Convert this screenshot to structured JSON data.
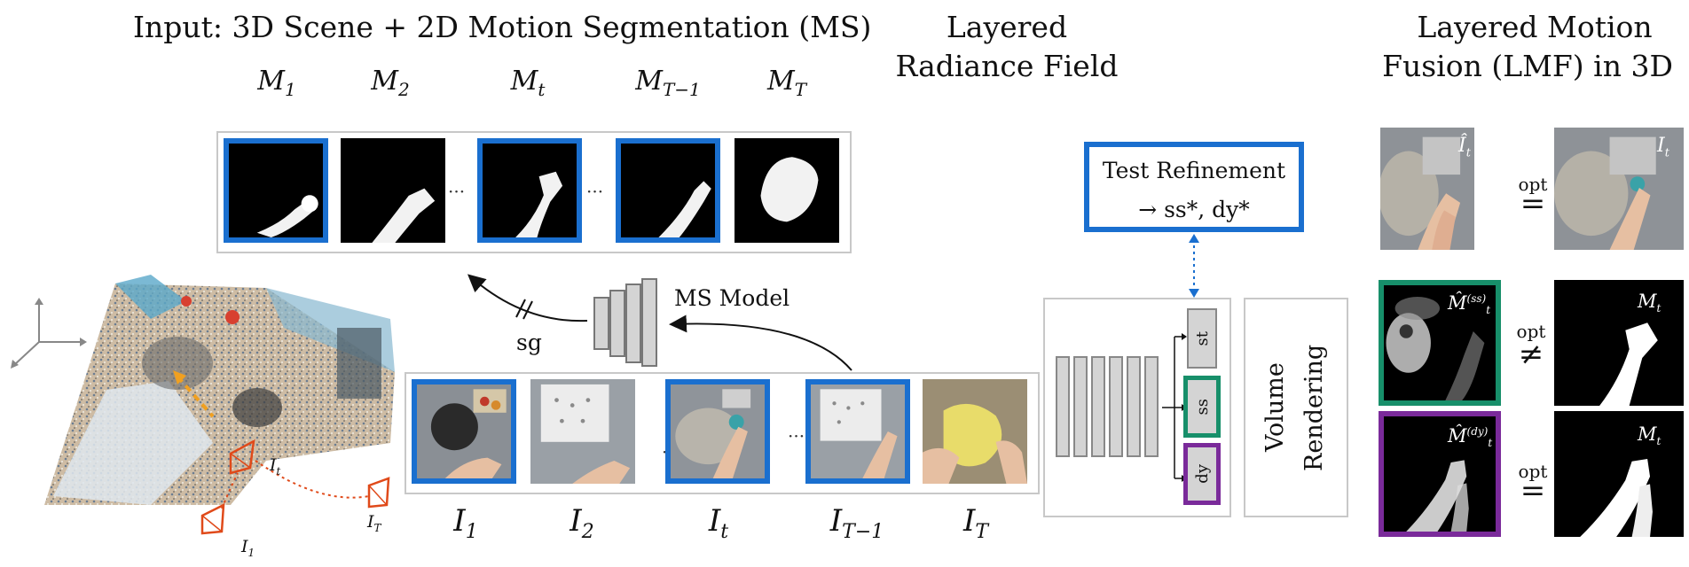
{
  "titles": {
    "input": "Input: 3D Scene + 2D Motion Segmentation (MS)",
    "layered_line1": "Layered",
    "layered_line2": "Radiance Field",
    "lmf_line1": "Layered Motion",
    "lmf_line2": "Fusion (LMF) in 3D"
  },
  "mask_labels": [
    {
      "base": "M",
      "sub": "1"
    },
    {
      "base": "M",
      "sub": "2"
    },
    {
      "base": "M",
      "sub": "t"
    },
    {
      "base": "M",
      "sub": "T−1"
    },
    {
      "base": "M",
      "sub": "T"
    }
  ],
  "image_labels": [
    {
      "base": "I",
      "sub": "1"
    },
    {
      "base": "I",
      "sub": "2"
    },
    {
      "base": "I",
      "sub": "t"
    },
    {
      "base": "I",
      "sub": "T−1"
    },
    {
      "base": "I",
      "sub": "T"
    }
  ],
  "ellipsis": "···",
  "ms_model": "MS Model",
  "sg": "sg",
  "test_refinement": {
    "line1": "Test Refinement",
    "line2": "→ ss*, dy*"
  },
  "layer_heads": [
    "st",
    "ss",
    "dy"
  ],
  "volume_rendering": "Volume Rendering",
  "camera_labels": {
    "it": "I",
    "it_sub": "t",
    "i1": "I",
    "i1_sub": "1",
    "iT": "I",
    "iT_sub": "T"
  },
  "lmf": {
    "row1_left": "Î",
    "row1_left_sub": "t",
    "row1_right": "I",
    "row1_right_sub": "t",
    "row2_left": "M̂",
    "row2_left_sup": "(ss)",
    "row2_left_sub": "t",
    "row2_right": "M",
    "row2_right_sub": "t",
    "row3_left": "M̂",
    "row3_left_sup": "(dy)",
    "row3_left_sub": "t",
    "row3_right": "M",
    "row3_right_sub": "t",
    "opt": "opt",
    "eq": "=",
    "neq": "≠"
  },
  "colors": {
    "blue": "#1a6fcf",
    "green": "#178f6a",
    "purple": "#7a2a9a",
    "camera": "#e04a1a",
    "trajectory_orange": "#f0a020"
  }
}
